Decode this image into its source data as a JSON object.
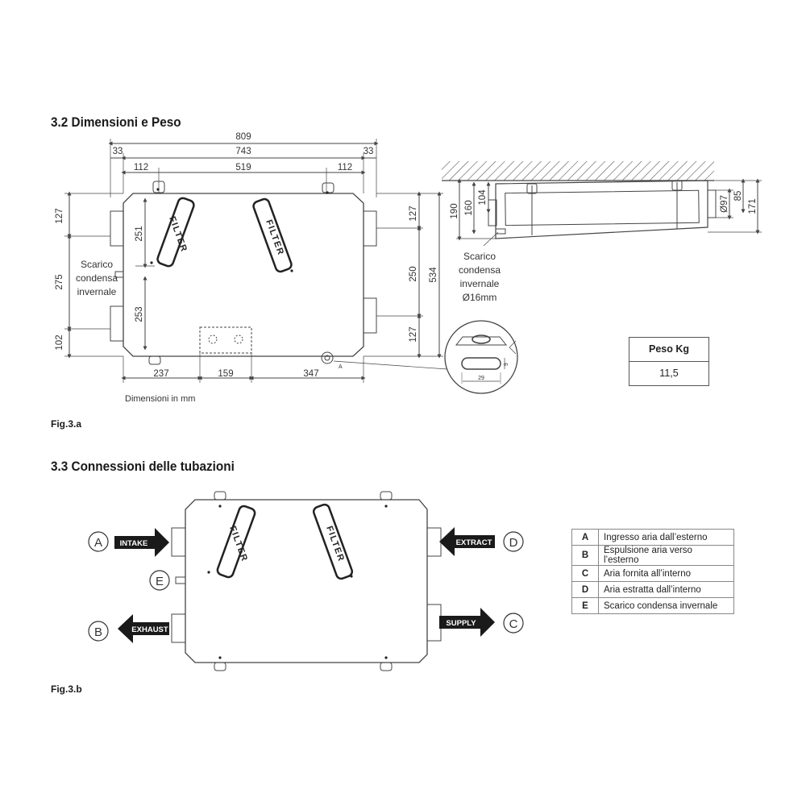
{
  "section1": {
    "title": "3.2 Dimensioni e Peso",
    "figure": "Fig.3.a",
    "units_note": "Dimensioni in mm",
    "dims": {
      "overall_width": "809",
      "inner_width": "743",
      "left_offset": "33",
      "right_offset": "33",
      "bracket_left": "112",
      "bracket_span": "519",
      "bracket_right": "112",
      "left_top": "127",
      "left_mid": "275",
      "left_bottom": "102",
      "inner_top": "251",
      "inner_bottom": "253",
      "right_top": "127",
      "right_mid": "250",
      "right_bottom": "127",
      "total_height": "534",
      "bottom_left": "237",
      "bottom_mid": "159",
      "bottom_right": "347",
      "drain_label": "A"
    },
    "drain_note": [
      "Scarico",
      "condensa",
      "invernale"
    ],
    "side_view": {
      "dims": [
        "190",
        "160",
        "104",
        "Ø97",
        "85",
        "171"
      ],
      "drain_note": [
        "Scarico",
        "condensa",
        "invernale",
        "Ø16mm"
      ]
    },
    "detail": {
      "width": "29",
      "height": "9"
    },
    "filter_label": "FILTER",
    "weight": {
      "header": "Peso Kg",
      "value": "11,5"
    }
  },
  "section2": {
    "title": "3.3 Connessioni delle tubazioni",
    "figure": "Fig.3.b",
    "filter_label": "FILTER",
    "ports": [
      {
        "letter": "A",
        "label": "INTAKE"
      },
      {
        "letter": "B",
        "label": "EXHAUST"
      },
      {
        "letter": "C",
        "label": "SUPPLY"
      },
      {
        "letter": "D",
        "label": "EXTRACT"
      },
      {
        "letter": "E",
        "label": ""
      }
    ],
    "legend": [
      {
        "key": "A",
        "value": "Ingresso aria dall’esterno"
      },
      {
        "key": "B",
        "value": "Espulsione aria verso l’esterno"
      },
      {
        "key": "C",
        "value": "Aria fornita all’interno"
      },
      {
        "key": "D",
        "value": "Aria estratta dall’interno"
      },
      {
        "key": "E",
        "value": "Scarico condensa invernale"
      }
    ]
  }
}
